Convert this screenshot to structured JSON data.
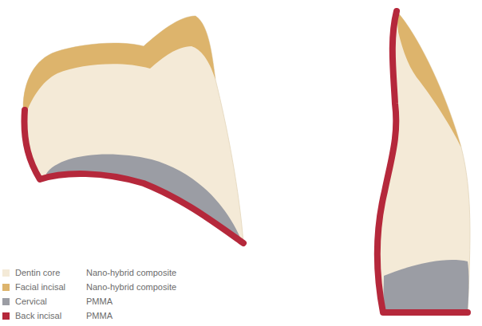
{
  "diagram": {
    "labels": [
      "Nano-hybrid composite",
      "Nano-hybrid composite",
      "PMMA",
      "PMMA"
    ],
    "legend": [
      {
        "text": "Dentin core",
        "color": "#f4ead7"
      },
      {
        "text": "Facial incisal",
        "color": "#ddb46c"
      },
      {
        "text": "Cervical",
        "color": "#9b9da4"
      },
      {
        "text": "Back incisal",
        "color": "#b5283b"
      }
    ]
  }
}
